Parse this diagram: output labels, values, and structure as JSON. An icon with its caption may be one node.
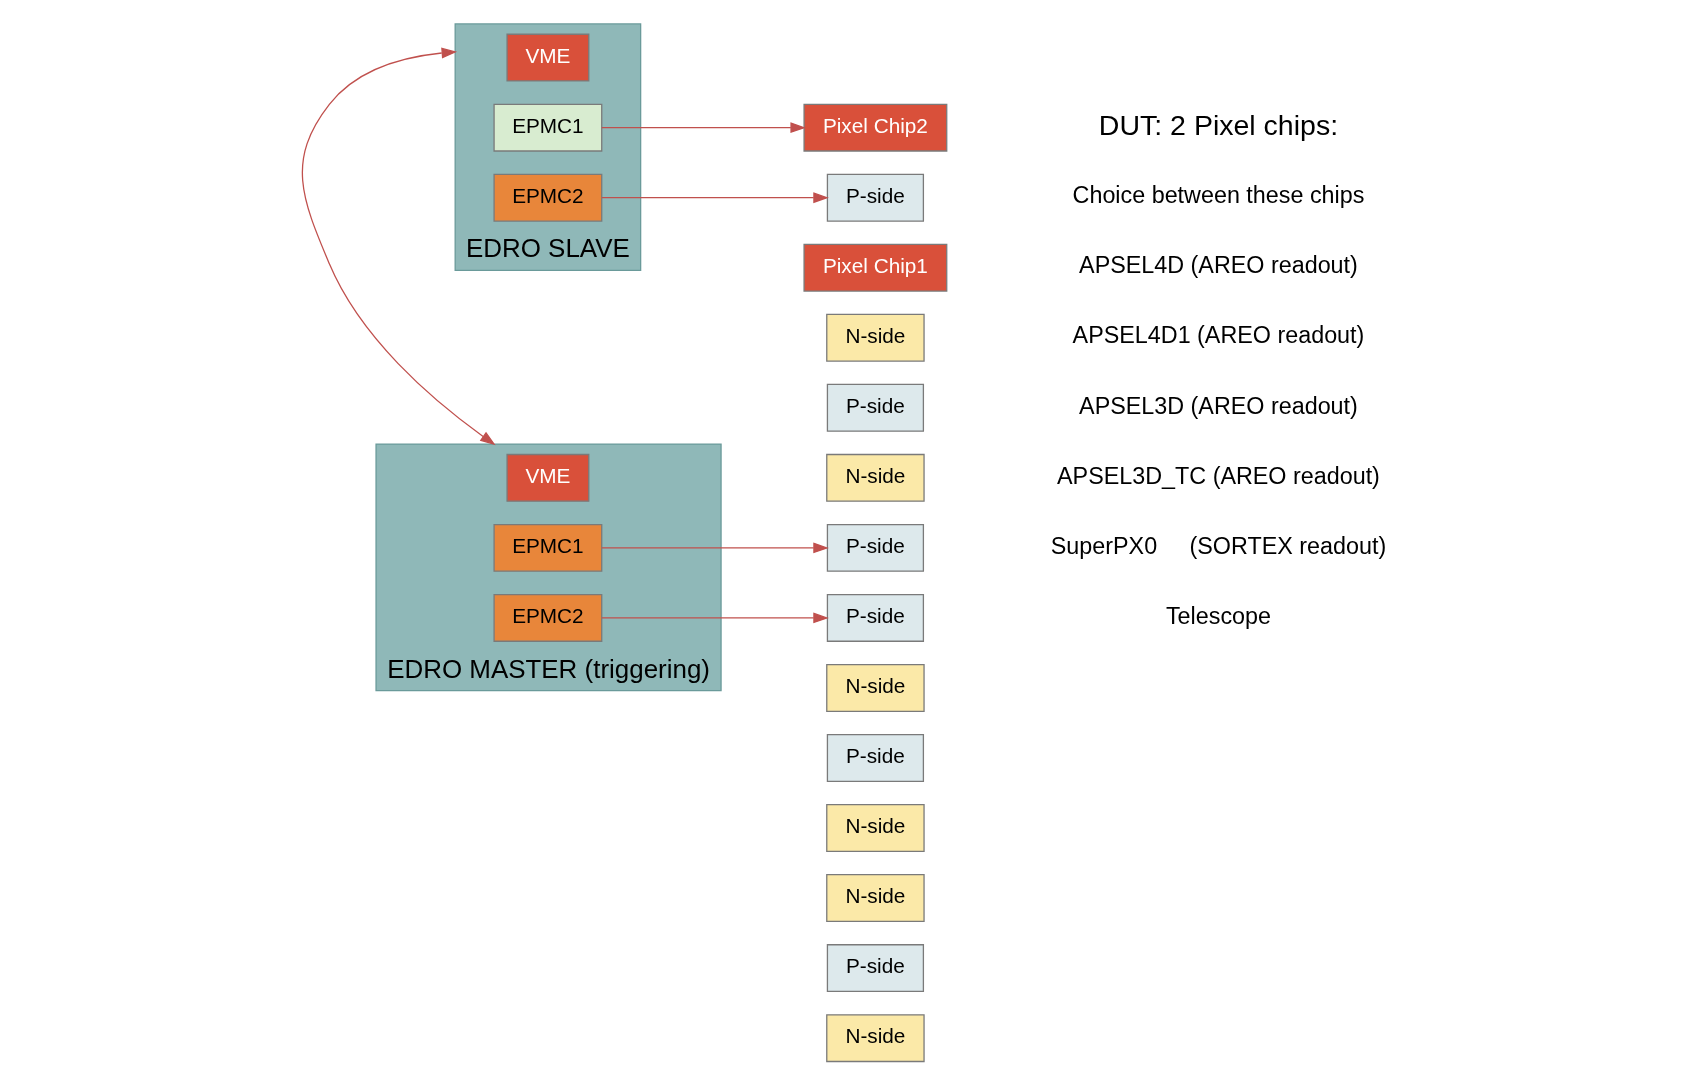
{
  "diagram": {
    "nodes": [
      {
        "text": [
          "EDRO SLAVE"
        ]
      },
      {
        "text": [
          "VME"
        ],
        "in": 0
      },
      {
        "text": [
          "EPMC1"
        ],
        "in": 0
      },
      {
        "text": [
          "EPMC2"
        ],
        "in": 0
      },
      {
        "text": [
          "EDRO MASTER (triggering)"
        ]
      },
      {
        "text": [
          "VME"
        ],
        "in": 4
      },
      {
        "text": [
          "EPMC1"
        ],
        "in": 4
      },
      {
        "text": [
          "EPMC2"
        ],
        "in": 4
      },
      {
        "text": [
          "Pixel Chip2"
        ]
      },
      {
        "text": [
          "Pixel Chip1"
        ]
      },
      {
        "text": [
          "P-side"
        ]
      },
      {
        "text": [
          "N-side"
        ]
      },
      {
        "text": [
          "P-side"
        ]
      },
      {
        "text": [
          "N-side"
        ]
      },
      {
        "text": [
          "P-side"
        ]
      },
      {
        "text": [
          "N-side"
        ]
      },
      {
        "text": [
          "P-side"
        ]
      },
      {
        "text": [
          "N-side"
        ]
      },
      {
        "text": [
          "P-side"
        ]
      },
      {
        "text": [
          "N-side"
        ]
      },
      {
        "text": [
          "P-side"
        ]
      },
      {
        "text": [
          "N-side"
        ]
      }
    ],
    "edges": [
      {
        "from": 2,
        "to": 8,
        "arrow": "to"
      },
      {
        "from": 3,
        "to": 10,
        "arrow": "to"
      },
      {
        "from": 0,
        "to": 4,
        "arrow": "both"
      },
      {
        "from": 6,
        "to": 14,
        "arrow": "to"
      },
      {
        "from": 7,
        "to": 18,
        "arrow": "to"
      }
    ],
    "labels": [
      "DUT: 2 Pixel chips:",
      "Choice between these chips",
      "APSEL4D (AREO readout)",
      "APSEL4D1 (AREO readout)",
      "APSEL3D (AREO readout)",
      "APSEL3D_TC (AREO readout)",
      "SuperPX0     (SORTEX readout)",
      "Telescope"
    ]
  }
}
